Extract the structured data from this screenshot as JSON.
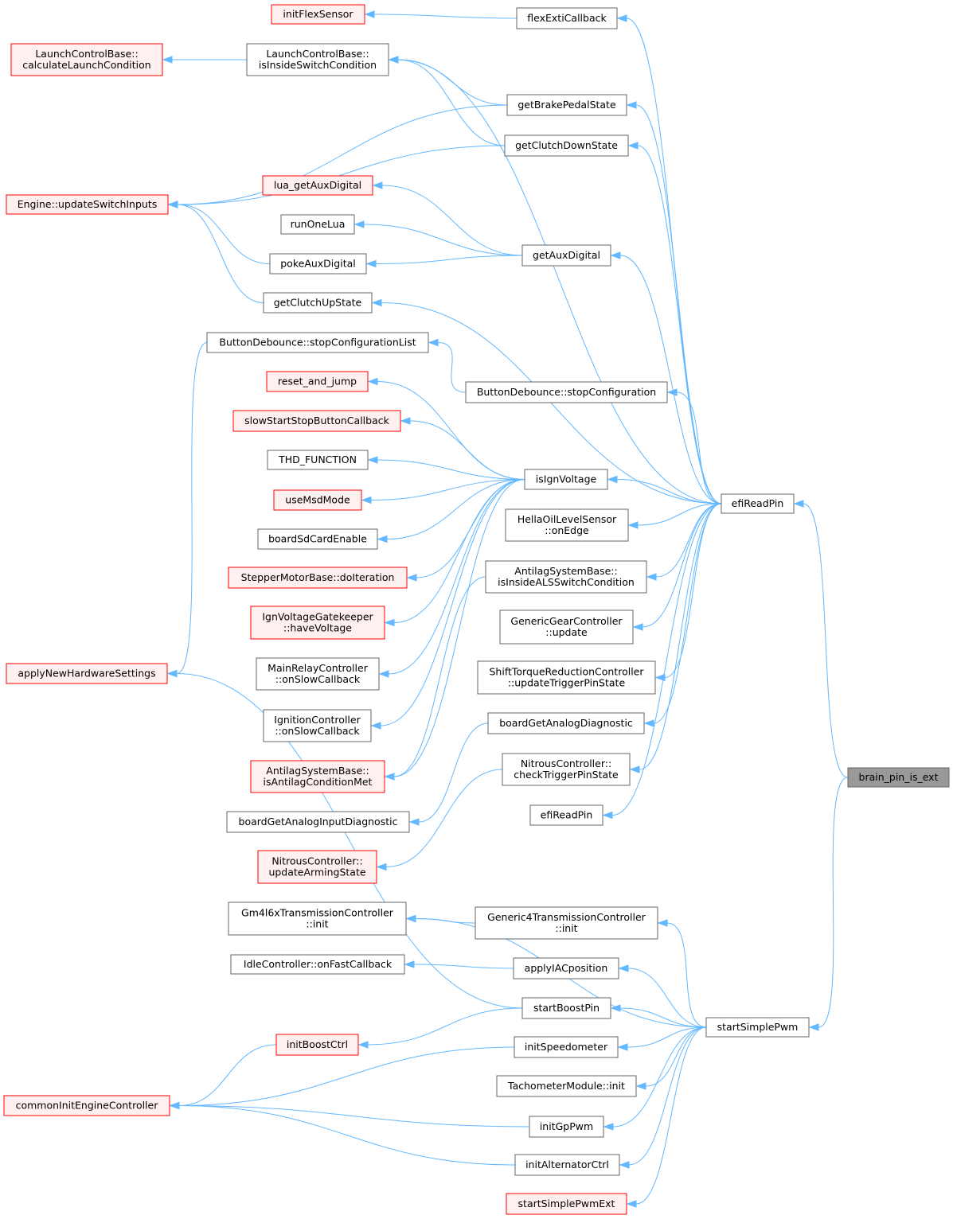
{
  "colors": {
    "edge": "#63b8ff",
    "normal_fill": "#ffffff",
    "normal_border": "#666666",
    "warning_fill": "#fff0f0",
    "warning_border": "#ff0000",
    "root_fill": "#999999",
    "root_border": "#666666"
  },
  "nodes": [
    {
      "id": "root",
      "lines": [
        "brain_pin_is_ext"
      ],
      "style": "root"
    },
    {
      "id": "efiReadPin1",
      "lines": [
        "efiReadPin"
      ],
      "style": "normal"
    },
    {
      "id": "startSimplePwm",
      "lines": [
        "startSimplePwm"
      ],
      "style": "normal"
    },
    {
      "id": "flexExtiCallback",
      "lines": [
        "flexExtiCallback"
      ],
      "style": "normal"
    },
    {
      "id": "initFlexSensor",
      "lines": [
        "initFlexSensor"
      ],
      "style": "warning"
    },
    {
      "id": "lcbIsInside",
      "lines": [
        "LaunchControlBase::",
        "isInsideSwitchCondition"
      ],
      "style": "normal"
    },
    {
      "id": "lcbCalc",
      "lines": [
        "LaunchControlBase::",
        "calculateLaunchCondition"
      ],
      "style": "warning"
    },
    {
      "id": "getBrakePedalState",
      "lines": [
        "getBrakePedalState"
      ],
      "style": "normal"
    },
    {
      "id": "getClutchDownState",
      "lines": [
        "getClutchDownState"
      ],
      "style": "normal"
    },
    {
      "id": "engineUpdateSwitch",
      "lines": [
        "Engine::updateSwitchInputs"
      ],
      "style": "warning"
    },
    {
      "id": "luaGetAuxDigital",
      "lines": [
        "lua_getAuxDigital"
      ],
      "style": "warning"
    },
    {
      "id": "runOneLua",
      "lines": [
        "runOneLua"
      ],
      "style": "normal"
    },
    {
      "id": "pokeAuxDigital",
      "lines": [
        "pokeAuxDigital"
      ],
      "style": "normal"
    },
    {
      "id": "getAuxDigital",
      "lines": [
        "getAuxDigital"
      ],
      "style": "normal"
    },
    {
      "id": "getClutchUpState",
      "lines": [
        "getClutchUpState"
      ],
      "style": "normal"
    },
    {
      "id": "bdStopList",
      "lines": [
        "ButtonDebounce::stopConfigurationList"
      ],
      "style": "normal"
    },
    {
      "id": "bdStop",
      "lines": [
        "ButtonDebounce::stopConfiguration"
      ],
      "style": "normal"
    },
    {
      "id": "resetAndJump",
      "lines": [
        "reset_and_jump"
      ],
      "style": "warning"
    },
    {
      "id": "slowStartStop",
      "lines": [
        "slowStartStopButtonCallback"
      ],
      "style": "warning"
    },
    {
      "id": "thdFunction",
      "lines": [
        "THD_FUNCTION"
      ],
      "style": "normal"
    },
    {
      "id": "useMsdMode",
      "lines": [
        "useMsdMode"
      ],
      "style": "warning"
    },
    {
      "id": "boardSdCardEnable",
      "lines": [
        "boardSdCardEnable"
      ],
      "style": "normal"
    },
    {
      "id": "stepperDoIteration",
      "lines": [
        "StepperMotorBase::doIteration"
      ],
      "style": "warning"
    },
    {
      "id": "ignGatekeeper",
      "lines": [
        "IgnVoltageGatekeeper",
        "::haveVoltage"
      ],
      "style": "warning"
    },
    {
      "id": "mainRelay",
      "lines": [
        "MainRelayController",
        "::onSlowCallback"
      ],
      "style": "normal"
    },
    {
      "id": "ignitionCtrl",
      "lines": [
        "IgnitionController",
        "::onSlowCallback"
      ],
      "style": "normal"
    },
    {
      "id": "alsCondMet",
      "lines": [
        "AntilagSystemBase::",
        "isAntilagConditionMet"
      ],
      "style": "warning"
    },
    {
      "id": "isIgnVoltage",
      "lines": [
        "isIgnVoltage"
      ],
      "style": "normal"
    },
    {
      "id": "hellaOnEdge",
      "lines": [
        "HellaOilLevelSensor",
        "::onEdge"
      ],
      "style": "normal"
    },
    {
      "id": "alsSwitch",
      "lines": [
        "AntilagSystemBase::",
        "isInsideALSSwitchCondition"
      ],
      "style": "normal"
    },
    {
      "id": "genericGear",
      "lines": [
        "GenericGearController",
        "::update"
      ],
      "style": "normal"
    },
    {
      "id": "shiftTorque",
      "lines": [
        "ShiftTorqueReductionController",
        "::updateTriggerPinState"
      ],
      "style": "normal"
    },
    {
      "id": "boardGetAnalogDiag",
      "lines": [
        "boardGetAnalogDiagnostic"
      ],
      "style": "normal"
    },
    {
      "id": "boardGetAnalogInputDiag",
      "lines": [
        "boardGetAnalogInputDiagnostic"
      ],
      "style": "normal"
    },
    {
      "id": "nitrousCheck",
      "lines": [
        "NitrousController::",
        "checkTriggerPinState"
      ],
      "style": "normal"
    },
    {
      "id": "nitrousArming",
      "lines": [
        "NitrousController::",
        "updateArmingState"
      ],
      "style": "warning"
    },
    {
      "id": "efiReadPin2",
      "lines": [
        "efiReadPin"
      ],
      "style": "normal"
    },
    {
      "id": "applyNewHw",
      "lines": [
        "applyNewHardwareSettings"
      ],
      "style": "warning"
    },
    {
      "id": "gm4l6x",
      "lines": [
        "Gm4l6xTransmissionController",
        "::init"
      ],
      "style": "normal"
    },
    {
      "id": "generic4",
      "lines": [
        "Generic4TransmissionController",
        "::init"
      ],
      "style": "normal"
    },
    {
      "id": "idleOnFast",
      "lines": [
        "IdleController::onFastCallback"
      ],
      "style": "normal"
    },
    {
      "id": "applyIAC",
      "lines": [
        "applyIACposition"
      ],
      "style": "normal"
    },
    {
      "id": "startBoostPin",
      "lines": [
        "startBoostPin"
      ],
      "style": "normal"
    },
    {
      "id": "initBoostCtrl",
      "lines": [
        "initBoostCtrl"
      ],
      "style": "warning"
    },
    {
      "id": "initSpeedometer",
      "lines": [
        "initSpeedometer"
      ],
      "style": "normal"
    },
    {
      "id": "tachometer",
      "lines": [
        "TachometerModule::init"
      ],
      "style": "normal"
    },
    {
      "id": "commonInit",
      "lines": [
        "commonInitEngineController"
      ],
      "style": "warning"
    },
    {
      "id": "initGpPwm",
      "lines": [
        "initGpPwm"
      ],
      "style": "normal"
    },
    {
      "id": "initAlternator",
      "lines": [
        "initAlternatorCtrl"
      ],
      "style": "normal"
    },
    {
      "id": "startSimplePwmExt",
      "lines": [
        "startSimplePwmExt"
      ],
      "style": "warning"
    }
  ],
  "edges": [
    [
      "initFlexSensor",
      "flexExtiCallback"
    ],
    [
      "lcbCalc",
      "lcbIsInside"
    ],
    [
      "lcbIsInside",
      "getBrakePedalState"
    ],
    [
      "lcbIsInside",
      "getClutchDownState"
    ],
    [
      "engineUpdateSwitch",
      "getBrakePedalState"
    ],
    [
      "engineUpdateSwitch",
      "getClutchDownState"
    ],
    [
      "engineUpdateSwitch",
      "pokeAuxDigital"
    ],
    [
      "engineUpdateSwitch",
      "getClutchUpState"
    ],
    [
      "luaGetAuxDigital",
      "getAuxDigital"
    ],
    [
      "runOneLua",
      "getAuxDigital"
    ],
    [
      "pokeAuxDigital",
      "getAuxDigital"
    ],
    [
      "bdStopList",
      "bdStop"
    ],
    [
      "applyNewHw",
      "bdStopList"
    ],
    [
      "resetAndJump",
      "isIgnVoltage"
    ],
    [
      "slowStartStop",
      "isIgnVoltage"
    ],
    [
      "thdFunction",
      "isIgnVoltage"
    ],
    [
      "useMsdMode",
      "isIgnVoltage"
    ],
    [
      "boardSdCardEnable",
      "isIgnVoltage"
    ],
    [
      "stepperDoIteration",
      "isIgnVoltage"
    ],
    [
      "ignGatekeeper",
      "isIgnVoltage"
    ],
    [
      "mainRelay",
      "isIgnVoltage"
    ],
    [
      "ignitionCtrl",
      "isIgnVoltage"
    ],
    [
      "alsCondMet",
      "isIgnVoltage"
    ],
    [
      "alsCondMet",
      "alsSwitch"
    ],
    [
      "boardGetAnalogInputDiag",
      "boardGetAnalogDiag"
    ],
    [
      "nitrousArming",
      "nitrousCheck"
    ],
    [
      "flexExtiCallback",
      "efiReadPin1"
    ],
    [
      "lcbIsInside",
      "efiReadPin1"
    ],
    [
      "getBrakePedalState",
      "efiReadPin1"
    ],
    [
      "getClutchDownState",
      "efiReadPin1"
    ],
    [
      "getAuxDigital",
      "efiReadPin1"
    ],
    [
      "getClutchUpState",
      "efiReadPin1"
    ],
    [
      "bdStop",
      "efiReadPin1"
    ],
    [
      "isIgnVoltage",
      "efiReadPin1"
    ],
    [
      "hellaOnEdge",
      "efiReadPin1"
    ],
    [
      "alsSwitch",
      "efiReadPin1"
    ],
    [
      "genericGear",
      "efiReadPin1"
    ],
    [
      "shiftTorque",
      "efiReadPin1"
    ],
    [
      "boardGetAnalogDiag",
      "efiReadPin1"
    ],
    [
      "nitrousCheck",
      "efiReadPin1"
    ],
    [
      "efiReadPin2",
      "efiReadPin1"
    ],
    [
      "gm4l6x",
      "generic4"
    ],
    [
      "gm4l6x",
      "startSimplePwm"
    ],
    [
      "generic4",
      "startSimplePwm"
    ],
    [
      "idleOnFast",
      "applyIAC"
    ],
    [
      "applyIAC",
      "startSimplePwm"
    ],
    [
      "applyNewHw",
      "startBoostPin"
    ],
    [
      "initBoostCtrl",
      "startBoostPin"
    ],
    [
      "startBoostPin",
      "startSimplePwm"
    ],
    [
      "commonInit",
      "initBoostCtrl"
    ],
    [
      "commonInit",
      "initSpeedometer"
    ],
    [
      "commonInit",
      "initGpPwm"
    ],
    [
      "commonInit",
      "initAlternator"
    ],
    [
      "initSpeedometer",
      "startSimplePwm"
    ],
    [
      "tachometer",
      "startSimplePwm"
    ],
    [
      "initGpPwm",
      "startSimplePwm"
    ],
    [
      "initAlternator",
      "startSimplePwm"
    ],
    [
      "startSimplePwmExt",
      "startSimplePwm"
    ],
    [
      "efiReadPin1",
      "root"
    ],
    [
      "startSimplePwm",
      "root"
    ]
  ]
}
